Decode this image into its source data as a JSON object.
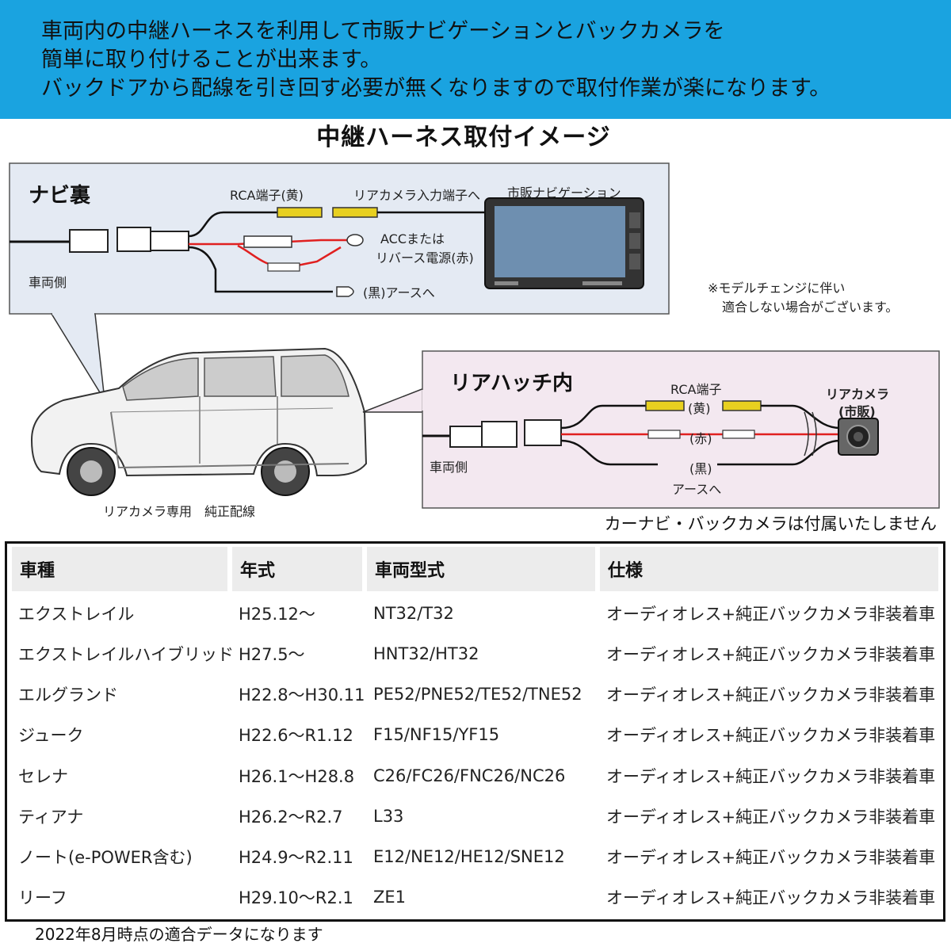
{
  "banner": {
    "lines": [
      "車両内の中継ハーネスを利用して市販ナビゲーションとバックカメラを",
      "簡単に取り付けることが出来ます。",
      "バックドアから配線を引き回す必要が無くなりますので取付作業が楽になります。"
    ]
  },
  "diagram": {
    "title": "中継ハーネス取付イメージ",
    "nav_panel": {
      "title": "ナビ裏",
      "rca_yellow": "RCA端子(黄)",
      "rear_cam_input": "リアカメラ入力端子へ",
      "nav_label": "市販ナビゲーション",
      "acc": "ACCまたは",
      "reverse_power": "リバース電源(赤)",
      "ground": "(黒)アースへ",
      "vehicle_side": "車両側"
    },
    "model_note": [
      "※モデルチェンジに伴い",
      "適合しない場合がございます。"
    ],
    "car_caption": "リアカメラ専用　純正配線",
    "rear_panel": {
      "title": "リアハッチ内",
      "rca": "RCA端子",
      "yellow": "(黄)",
      "red": "(赤)",
      "black": "(黒)",
      "ground": "アースへ",
      "camera_line1": "リアカメラ",
      "camera_line2": "(市販)",
      "vehicle_side": "車両側"
    },
    "disclaimer": "カーナビ・バックカメラは付属いたしません"
  },
  "table": {
    "headers": [
      "車種",
      "年式",
      "車両型式",
      "仕様"
    ],
    "rows": [
      [
        "エクストレイル",
        "H25.12〜",
        "NT32/T32",
        "オーディオレス+純正バックカメラ非装着車"
      ],
      [
        "エクストレイルハイブリッド",
        "H27.5〜",
        "HNT32/HT32",
        "オーディオレス+純正バックカメラ非装着車"
      ],
      [
        "エルグランド",
        "H22.8〜H30.11",
        "PE52/PNE52/TE52/TNE52",
        "オーディオレス+純正バックカメラ非装着車"
      ],
      [
        "ジューク",
        "H22.6〜R1.12",
        "F15/NF15/YF15",
        "オーディオレス+純正バックカメラ非装着車"
      ],
      [
        "セレナ",
        "H26.1〜H28.8",
        "C26/FC26/FNC26/NC26",
        "オーディオレス+純正バックカメラ非装着車"
      ],
      [
        "ティアナ",
        "H26.2〜R2.7",
        "L33",
        "オーディオレス+純正バックカメラ非装着車"
      ],
      [
        "ノート(e-POWER含む)",
        "H24.9〜R2.11",
        "E12/NE12/HE12/SNE12",
        "オーディオレス+純正バックカメラ非装着車"
      ],
      [
        "リーフ",
        "H29.10〜R2.1",
        "ZE1",
        "オーディオレス+純正バックカメラ非装着車"
      ]
    ]
  },
  "footer": "2022年8月時点の適合データになります",
  "colors": {
    "banner": "#1aa3e0",
    "nav_panel": "#e4eaf3",
    "rear_panel": "#f3e8f0",
    "wire_red": "#e02020",
    "connector_yellow": "#e8d020"
  }
}
